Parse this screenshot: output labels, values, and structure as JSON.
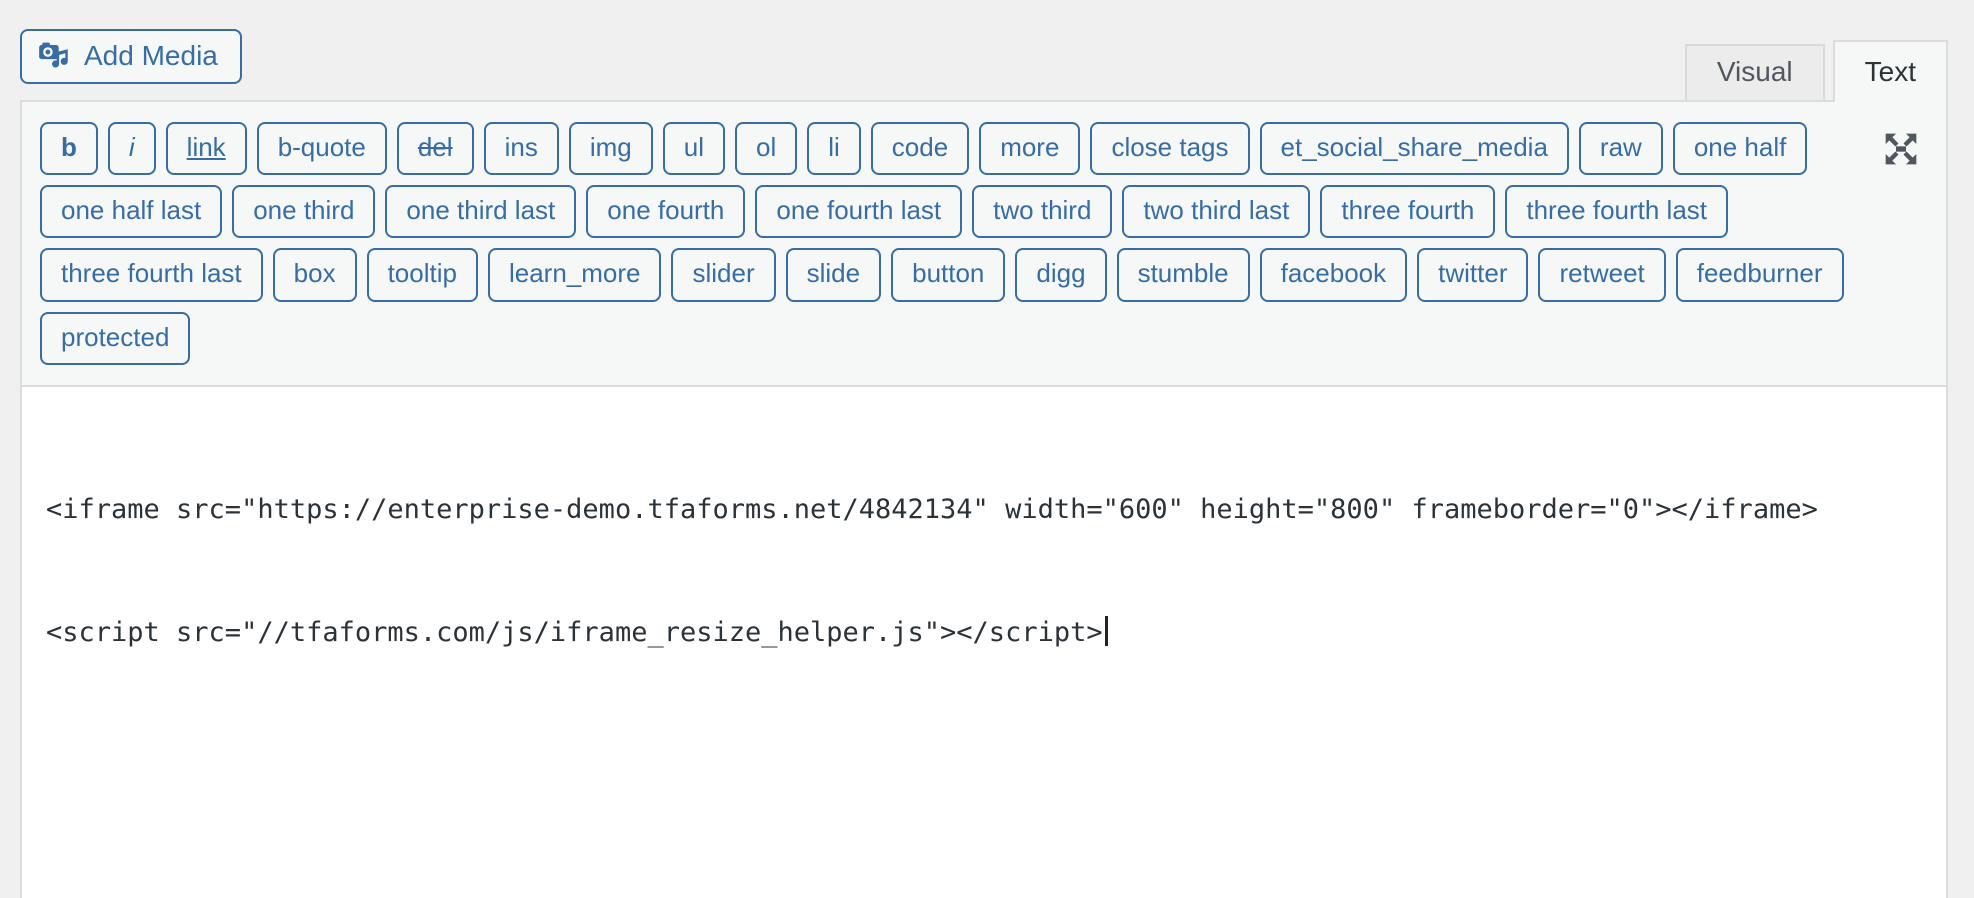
{
  "editor": {
    "add_media": {
      "label": "Add Media",
      "icon": "media-icon"
    },
    "tabs": [
      {
        "label": "Visual",
        "active": false
      },
      {
        "label": "Text",
        "active": true
      }
    ],
    "toolbar": {
      "fullscreen_icon": "fullscreen-expand-icon",
      "rows": [
        [
          {
            "label": "b",
            "text_style": "bold"
          },
          {
            "label": "i",
            "text_style": "italic"
          },
          {
            "label": "link",
            "text_style": "underline"
          },
          {
            "label": "b-quote"
          },
          {
            "label": "del",
            "text_style": "strike"
          },
          {
            "label": "ins"
          },
          {
            "label": "img"
          },
          {
            "label": "ul"
          },
          {
            "label": "ol"
          },
          {
            "label": "li"
          },
          {
            "label": "code"
          },
          {
            "label": "more"
          },
          {
            "label": "close tags"
          },
          {
            "label": "et_social_share_media"
          },
          {
            "label": "raw"
          },
          {
            "label": "one half"
          }
        ],
        [
          {
            "label": "one half last"
          },
          {
            "label": "one third"
          },
          {
            "label": "one third last"
          },
          {
            "label": "one fourth"
          },
          {
            "label": "one fourth last"
          },
          {
            "label": "two third"
          },
          {
            "label": "two third last"
          },
          {
            "label": "three fourth"
          },
          {
            "label": "three fourth last"
          }
        ],
        [
          {
            "label": "three fourth last"
          },
          {
            "label": "box"
          },
          {
            "label": "tooltip"
          },
          {
            "label": "learn_more"
          },
          {
            "label": "slider"
          },
          {
            "label": "slide"
          },
          {
            "label": "button"
          },
          {
            "label": "digg"
          },
          {
            "label": "stumble"
          },
          {
            "label": "facebook"
          },
          {
            "label": "twitter"
          },
          {
            "label": "retweet"
          },
          {
            "label": "feedburner"
          }
        ],
        [
          {
            "label": "protected"
          }
        ]
      ]
    },
    "content": {
      "lines": [
        "<iframe src=\"https://enterprise-demo.tfaforms.net/4842134\" width=\"600\" height=\"800\" frameborder=\"0\"></iframe>",
        "<script src=\"//tfaforms.com/js/iframe_resize_helper.js\"></script>"
      ]
    }
  },
  "colors": {
    "accent_blue": "#386da4",
    "page_background": "#f0f0f1",
    "toolbar_background": "#f6f7f7",
    "border": "#dcdcde",
    "code_text": "#2c3338",
    "icon_gray": "#50575e"
  }
}
